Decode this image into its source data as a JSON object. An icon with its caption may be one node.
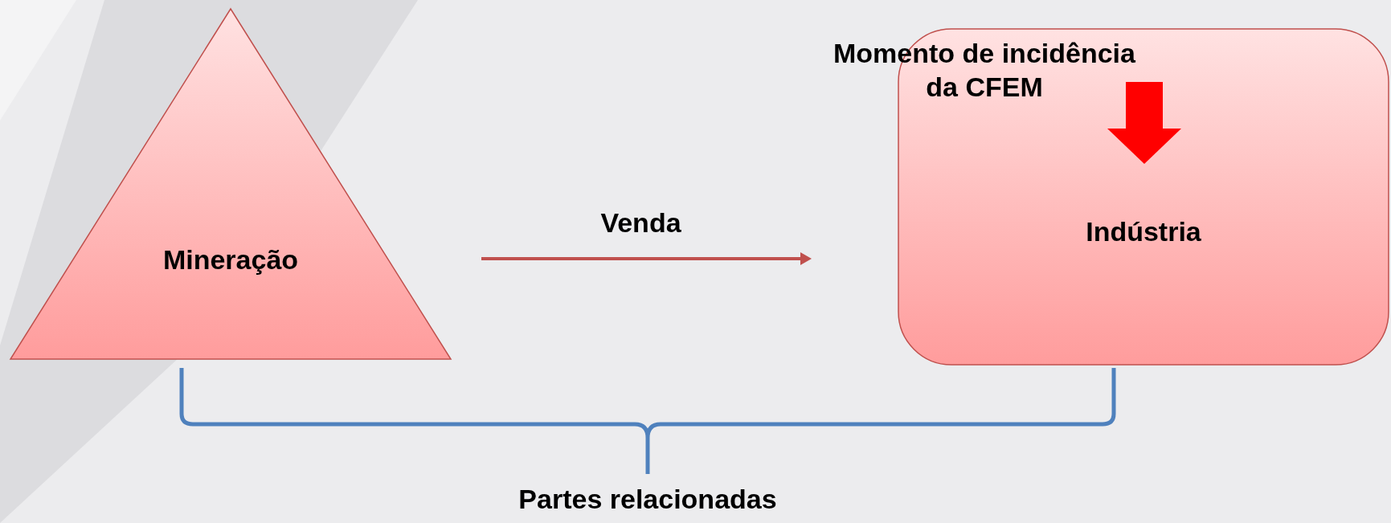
{
  "diagram": {
    "nodes": [
      {
        "text": [
          "Mineração"
        ]
      },
      {
        "text": [
          "Indústria"
        ]
      },
      {
        "text": [
          "Momento de incidência da CFEM"
        ]
      }
    ],
    "edges": [
      {
        "from": 0,
        "to": 1,
        "label": "Venda",
        "arrow": "to"
      },
      {
        "from": 2,
        "to": 1,
        "arrow": "to",
        "style": "thick",
        "color": "#ff0000"
      }
    ],
    "labels": [
      "Partes relacionadas"
    ]
  }
}
